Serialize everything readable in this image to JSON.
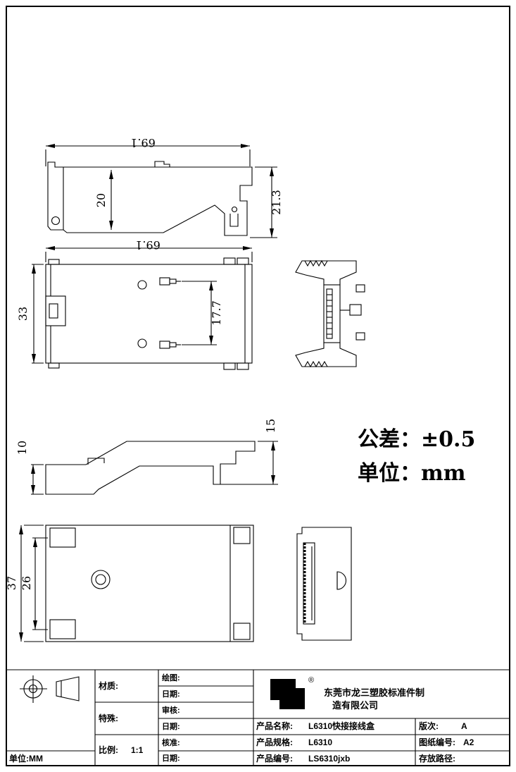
{
  "drawing": {
    "views": {
      "side": {
        "width": "69.1",
        "inner_height": "20",
        "total_height": "21.3"
      },
      "plan": {
        "width": "69.1",
        "height": "33",
        "pitch": "17.7"
      },
      "profile": {
        "left_height": "10",
        "right_height": "15"
      },
      "bottom": {
        "outer_height": "37",
        "inner_height": "26"
      }
    },
    "notes": {
      "tolerance": "公差：±0.5",
      "units": "单位：mm"
    }
  },
  "title_block": {
    "material_label": "材质:",
    "special_label": "特殊:",
    "scale_label": "比例:",
    "scale_value": "1:1",
    "unit_bottom": "单位:MM",
    "draw_label": "绘图:",
    "audit_label": "审核:",
    "approve_label": "核准:",
    "date_label": "日期:",
    "registered_mark": "®",
    "company_line1": "东莞市龙三塑胶标准件制",
    "company_line2": "造有限公司",
    "product_name_label": "产品名称:",
    "product_name_value": "L6310快接接线盒",
    "product_spec_label": "产品规格:",
    "product_spec_value": "L6310",
    "product_no_label": "产品编号:",
    "product_no_value": "LS6310jxb",
    "revision_label": "版次:",
    "revision_value": "A",
    "drawing_no_label": "图纸编号:",
    "drawing_no_value": "A2",
    "path_label": "存放路径:"
  }
}
